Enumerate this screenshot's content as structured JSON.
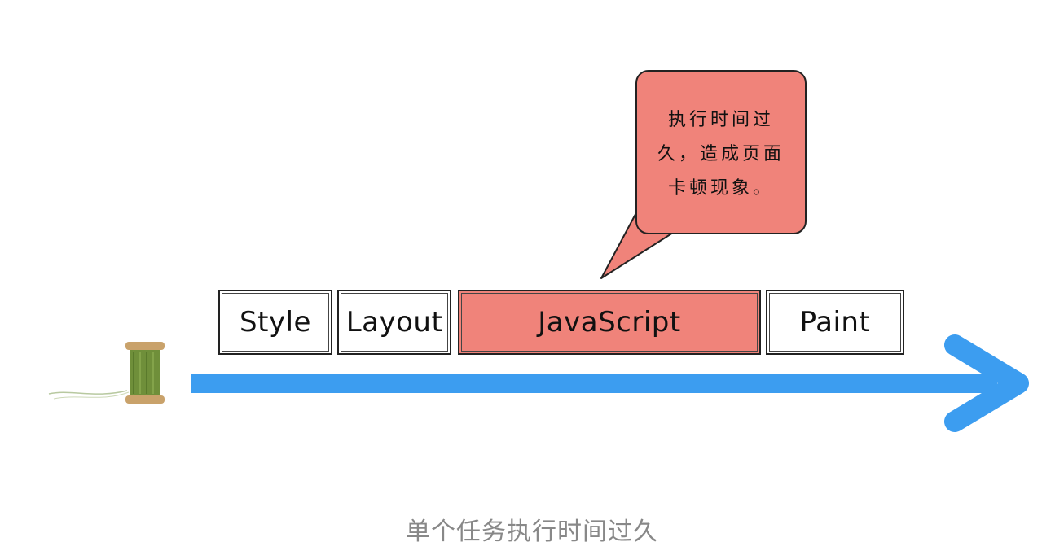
{
  "tasks": [
    {
      "label": "Style",
      "highlighted": false
    },
    {
      "label": "Layout",
      "highlighted": false
    },
    {
      "label": "JavaScript",
      "highlighted": true
    },
    {
      "label": "Paint",
      "highlighted": false
    }
  ],
  "callout": {
    "lines": [
      "执行时间过",
      "久，造成页面",
      "卡顿现象。"
    ]
  },
  "caption": "单个任务执行时间过久",
  "colors": {
    "highlight": "#f0837a",
    "arrow": "#3c9df0",
    "caption": "#888888"
  },
  "icons": {
    "spool": "thread-spool-icon",
    "arrow": "timeline-arrow"
  }
}
